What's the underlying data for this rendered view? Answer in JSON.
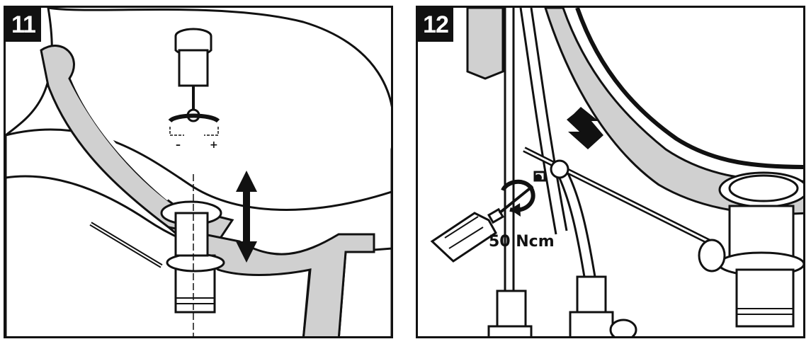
{
  "panels": [
    {
      "step": "11",
      "signs": {
        "minus": "–",
        "plus": "+"
      }
    },
    {
      "step": "12",
      "torque": "50 Ncm"
    }
  ]
}
